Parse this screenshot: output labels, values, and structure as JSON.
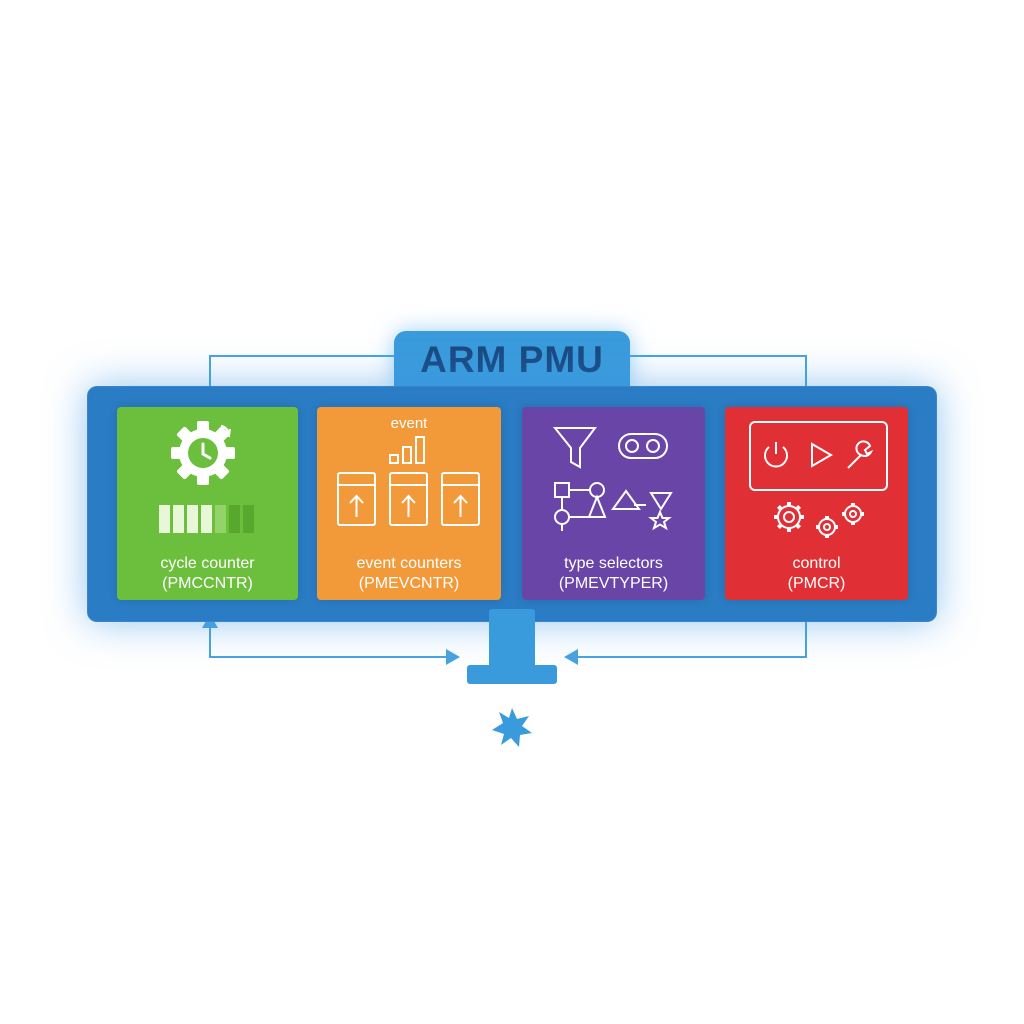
{
  "title": "ARM PMU",
  "colors": {
    "panel": "#2a7cc4",
    "accent": "#3a9bdc",
    "title_text": "#1a4a82",
    "connector": "#4aa3e0",
    "cycle": "#6cbf3c",
    "event": "#f29a3a",
    "type": "#6a45a8",
    "control": "#e03036"
  },
  "cards": [
    {
      "name": "cycle counter",
      "register": "(PMCCNTR)",
      "icons": [
        "gear-clock-icon",
        "bar-meter-icon"
      ]
    },
    {
      "name": "event counters",
      "register": "(PMEVCNTR)",
      "caption": "event",
      "icons": [
        "bar-chart-icon",
        "up-arrow-counter-icon"
      ]
    },
    {
      "name": "type selectors",
      "register": "(PMEVTYPER)",
      "icons": [
        "filter-icon",
        "toggle-icon",
        "flow-graph-icon",
        "shapes-icon"
      ]
    },
    {
      "name": "control",
      "register": "(PMCR)",
      "icons": [
        "power-icon",
        "play-icon",
        "wrench-icon",
        "gears-icon"
      ]
    }
  ],
  "footer_icon": "starburst-icon"
}
